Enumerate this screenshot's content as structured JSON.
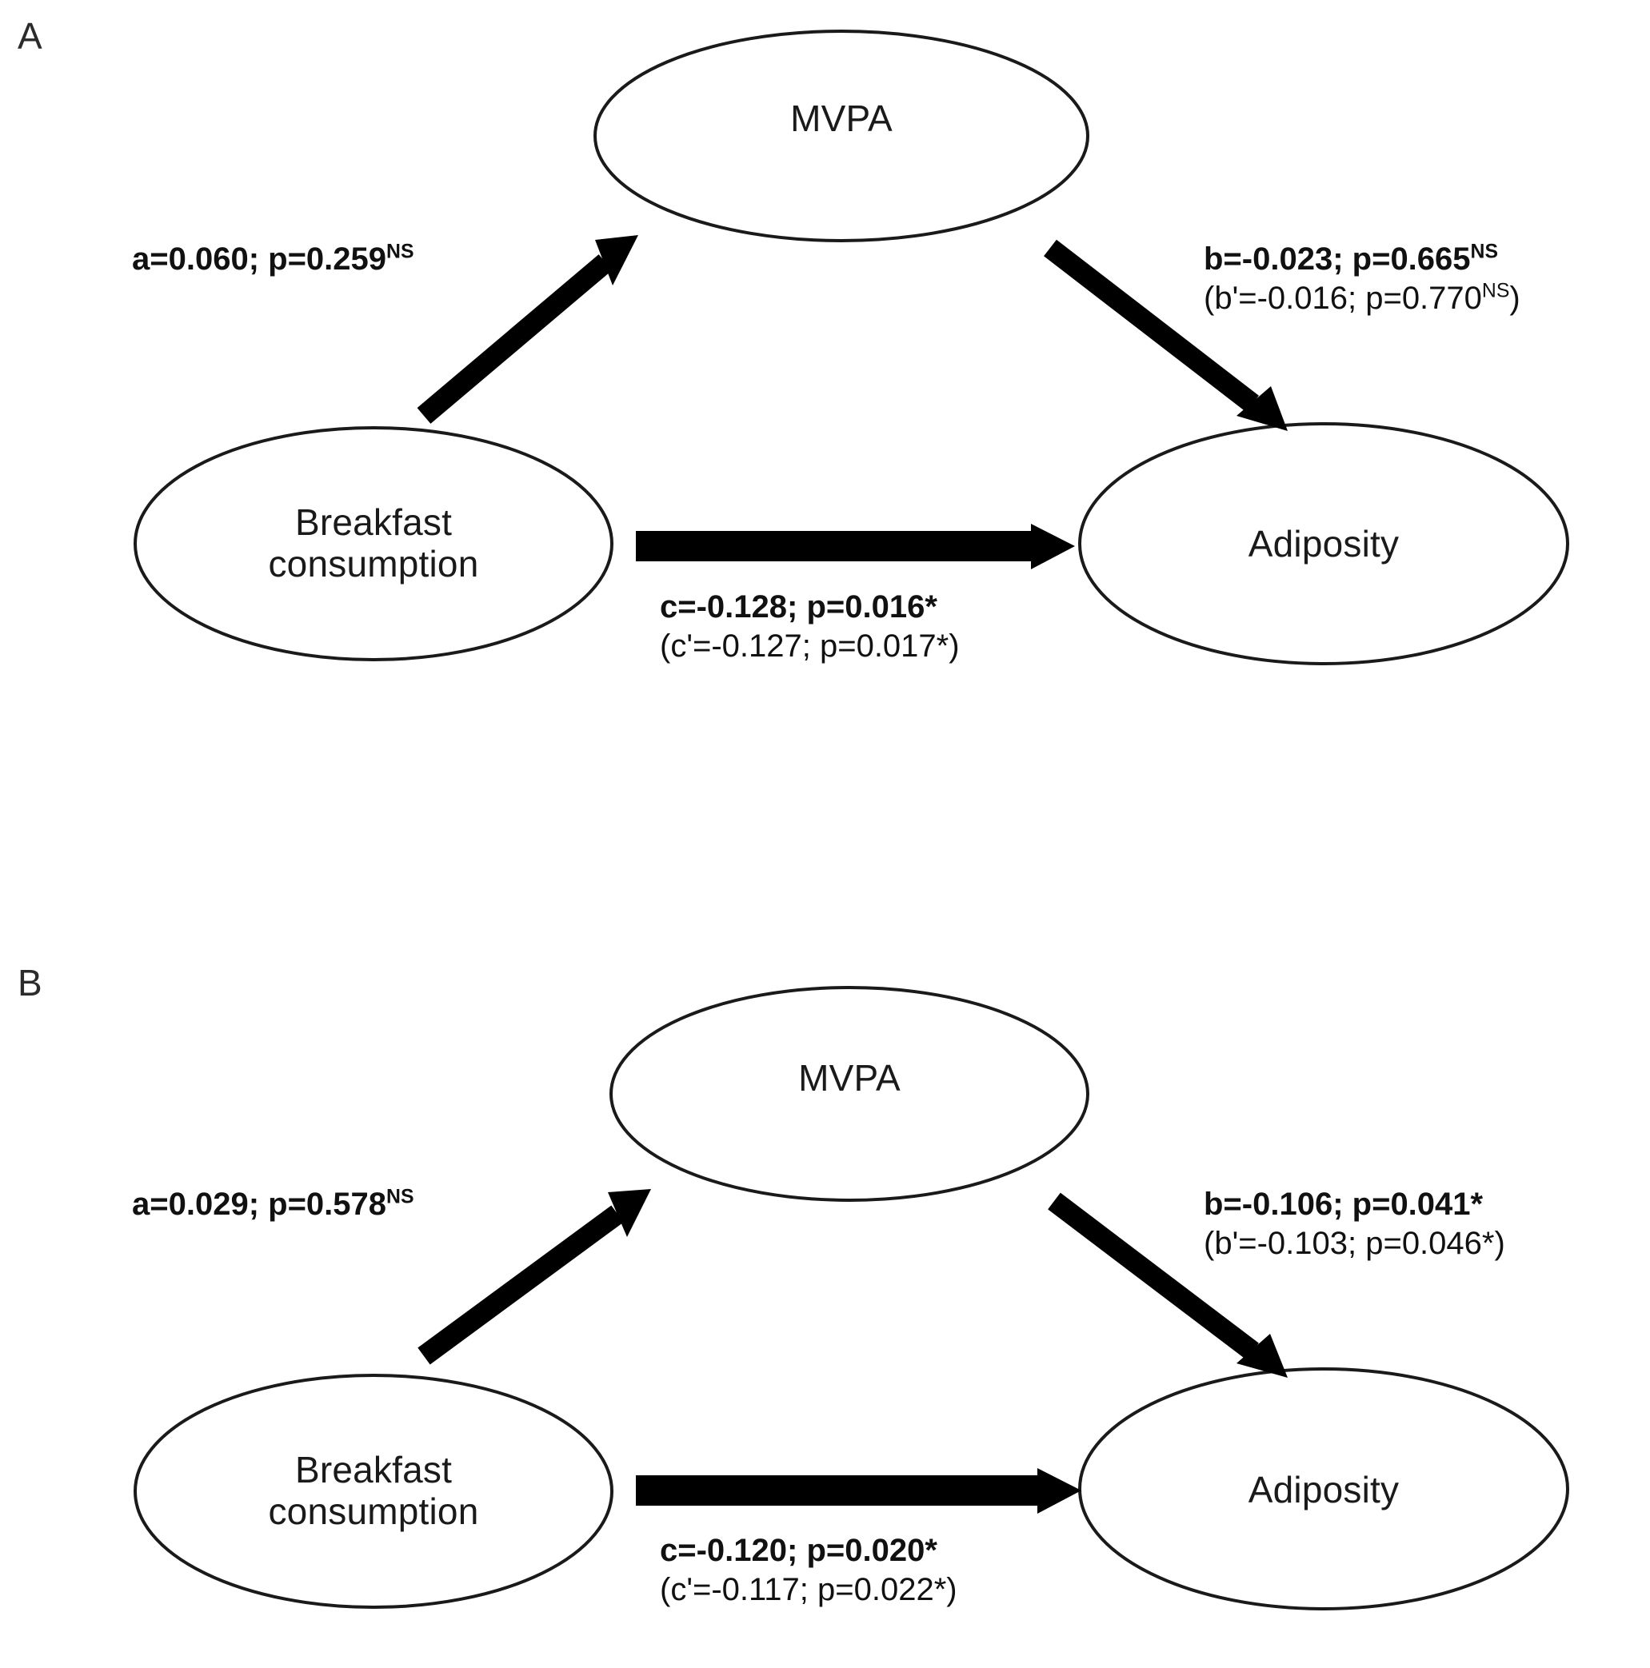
{
  "figure": {
    "type": "mediation-path-diagram",
    "panels": [
      {
        "letter": "A",
        "nodes": {
          "mediator": "MVPA",
          "predictor": "Breakfast\nconsumption",
          "outcome": "Adiposity"
        },
        "paths": {
          "a": {
            "name": "path-a",
            "coefficient_label": "a=0.060; p=0.259",
            "significance": "NS",
            "line1_prefix": "a=0.060; p=0.259",
            "line1_sup": "NS",
            "line2_prefix": "",
            "line2_sup": "",
            "coefficient": 0.06,
            "p_value": 0.259
          },
          "b": {
            "name": "path-b",
            "line1_prefix": "b=-0.023; p=0.665",
            "line1_sup": "NS",
            "line2_prefix": "(b'=-0.016; p=0.770",
            "line2_sup": "NS",
            "line2_suffix": ")",
            "coefficient": -0.023,
            "p_value": 0.665,
            "adjusted_coefficient": -0.016,
            "adjusted_p_value": 0.77
          },
          "c": {
            "name": "path-c",
            "line1_prefix": "c=-0.128; p=0.016*",
            "line1_sup": "",
            "line2_prefix": "(c'=-0.127; p=0.017*)",
            "line2_sup": "",
            "coefficient": -0.128,
            "p_value": 0.016,
            "adjusted_coefficient": -0.127,
            "adjusted_p_value": 0.017
          }
        }
      },
      {
        "letter": "B",
        "nodes": {
          "mediator": "MVPA",
          "predictor": "Breakfast\nconsumption",
          "outcome": "Adiposity"
        },
        "paths": {
          "a": {
            "name": "path-a",
            "line1_prefix": "a=0.029; p=0.578",
            "line1_sup": "NS",
            "line2_prefix": "",
            "line2_sup": "",
            "coefficient": 0.029,
            "p_value": 0.578
          },
          "b": {
            "name": "path-b",
            "line1_prefix": "b=-0.106; p=0.041*",
            "line1_sup": "",
            "line2_prefix": "(b'=-0.103; p=0.046*)",
            "line2_sup": "",
            "coefficient": -0.106,
            "p_value": 0.041,
            "adjusted_coefficient": -0.103,
            "adjusted_p_value": 0.046
          },
          "c": {
            "name": "path-c",
            "line1_prefix": "c=-0.120; p=0.020*",
            "line1_sup": "",
            "line2_prefix": "(c'=-0.117; p=0.022*)",
            "line2_sup": "",
            "coefficient": -0.12,
            "p_value": 0.02,
            "adjusted_coefficient": -0.117,
            "adjusted_p_value": 0.022
          }
        }
      }
    ],
    "colors": {
      "background": "#ffffff",
      "stroke": "#1a1a1a",
      "arrow": "#000000",
      "text": "#111111"
    }
  }
}
